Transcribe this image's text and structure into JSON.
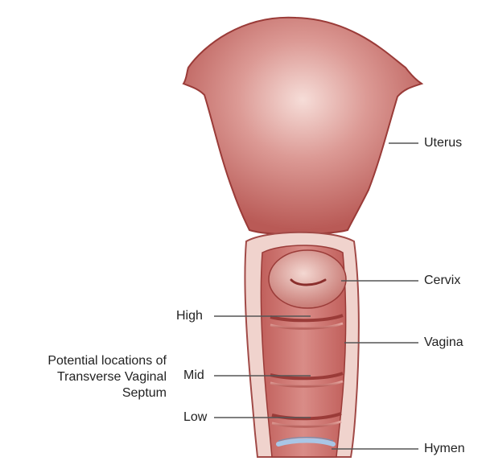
{
  "labels": {
    "uterus": "Uterus",
    "cervix": "Cervix",
    "vagina": "Vagina",
    "hymen": "Hymen",
    "high": "High",
    "mid": "Mid",
    "low": "Low"
  },
  "side_note": {
    "line1": "Potential locations of",
    "line2": "Transverse Vaginal",
    "line3": "Septum"
  },
  "colors": {
    "tissue_dark": "#b0524f",
    "tissue_mid": "#c8706c",
    "tissue_light": "#f1d4cf",
    "outline": "#8a2e2c",
    "hymen": "#a9c6e6",
    "leader_line": "#555555"
  }
}
